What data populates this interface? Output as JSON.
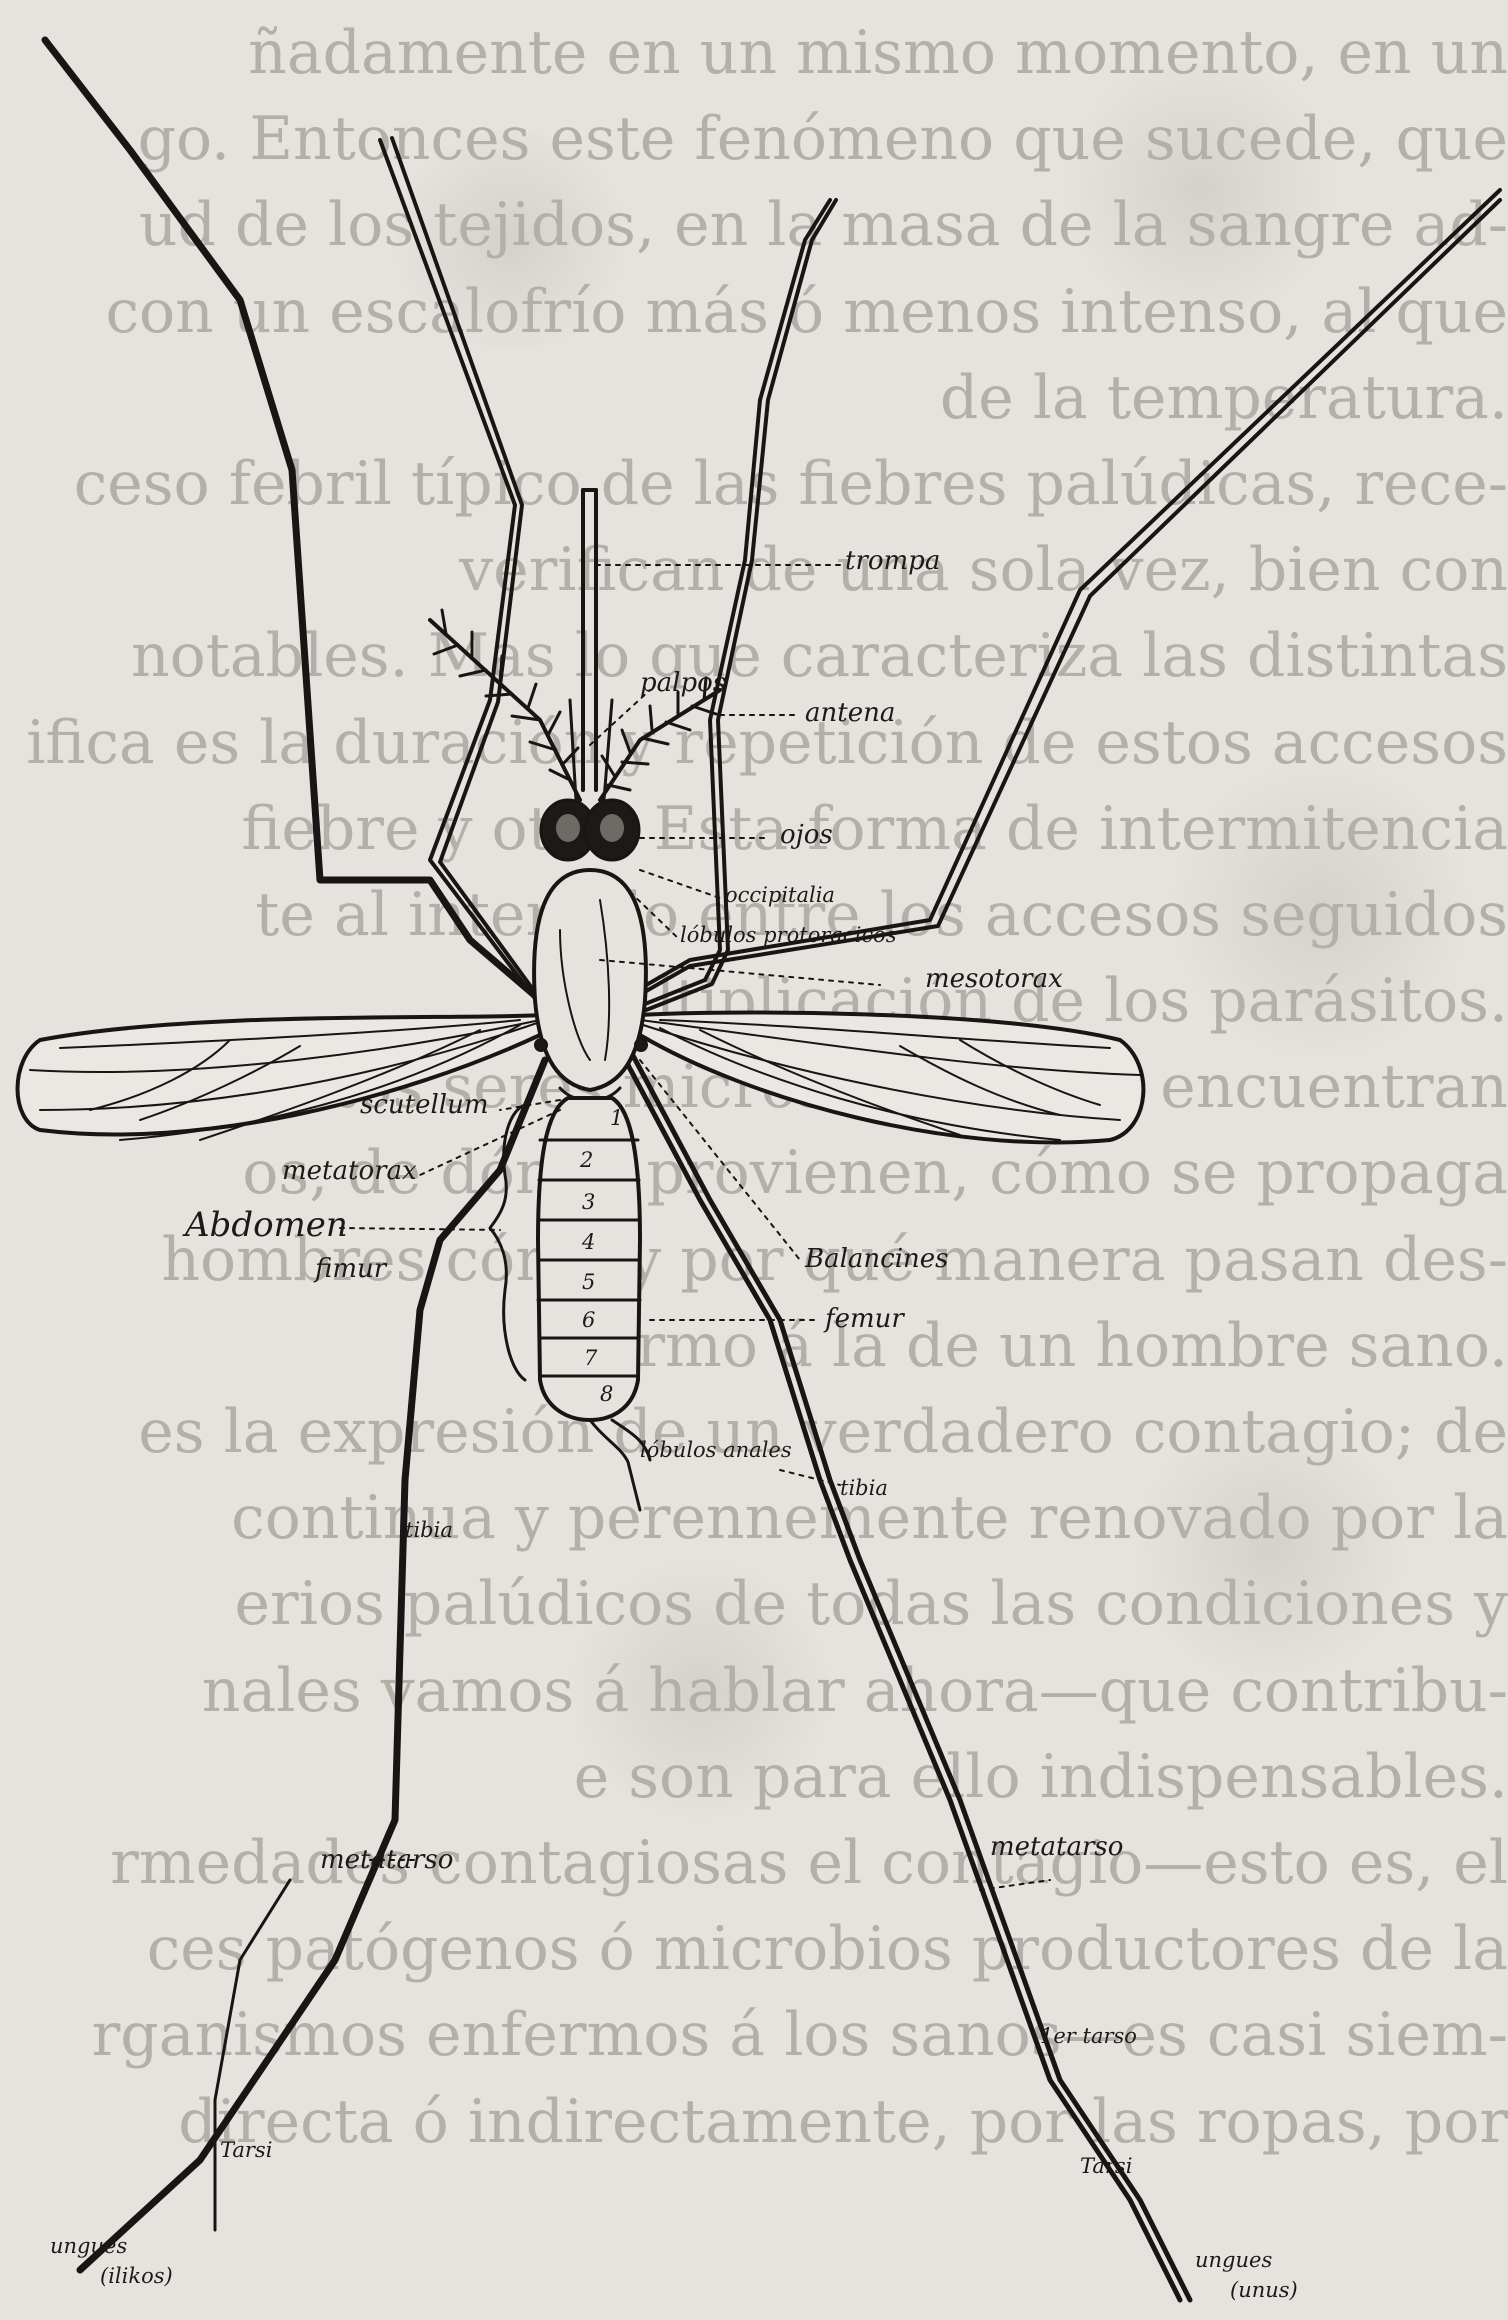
{
  "page": {
    "background_text_lines": [
      "ñadamente en un mismo momento, en un",
      "go. Entonces este fenómeno que sucede, que",
      "ud de los tejidos, en la masa de la sangre ad-",
      "con un escalofrío más ó menos intenso, al que",
      "de la temperatura.",
      "ceso febril típico de las fiebres palúdicas, rece-",
      "verifican de una sola vez, bien con",
      "notables. Mas lo que caracteriza las distintas",
      "ifica es la duración y repetición de estos accesos",
      "fiebre y otro. Esta forma de intermitencia",
      "te al intervalo entre los accesos seguidos",
      "ltiplicación de los parásitos.",
      "estos seres microscópicos se encuentran",
      "os, de dónde provienen, cómo se propaga",
      "hombres cómo y por qué manera pasan des-",
      "rmo á la de un hombre sano.",
      "es la expresión de un verdadero contagio; de",
      "continua y perennemente renovado por la",
      "erios palúdicos de todas las condiciones y",
      "nales vamos á hablar ahora—que contribu-",
      "e son para ello indispensables.",
      "rmedades contagiosas el contagio—esto es, el",
      "ces patógenos ó microbios productores de la",
      "rganismos enfermos á los sanos—es casi siem-",
      "directa ó indirectamente, por las ropas, por"
    ]
  },
  "figure": {
    "labels": {
      "trompa": "trompa",
      "palpos": "palpos",
      "antena": "antena",
      "ojos": "ojos",
      "occipitalia": "occipitalia",
      "lobulos_protoracicos": "lóbulos protoracicos",
      "mesotorax": "mesotorax",
      "scutellum": "scutellum",
      "metatorax": "metatorax",
      "abdomen": "Abdomen",
      "fimur_left": "fimur",
      "balancines": "Balancines",
      "femur_right": "femur",
      "lobulos_anales": "lóbulos anales",
      "tibia_left": "tibia",
      "tibia_right": "tibia",
      "metatarso_left": "metatarso",
      "metatarso_right": "metatarso",
      "primer_tarso": "1er tarso",
      "tarsi_left": "Tarsi",
      "tarsi_right": "Tarsi",
      "unguis_left": "ungues",
      "unguis_left_sub": "(ilikos)",
      "unguis_right": "ungues",
      "unguis_right_sub": "(unus)"
    },
    "segment_numbers": [
      "1",
      "2",
      "3",
      "4",
      "5",
      "6",
      "7",
      "8"
    ]
  }
}
